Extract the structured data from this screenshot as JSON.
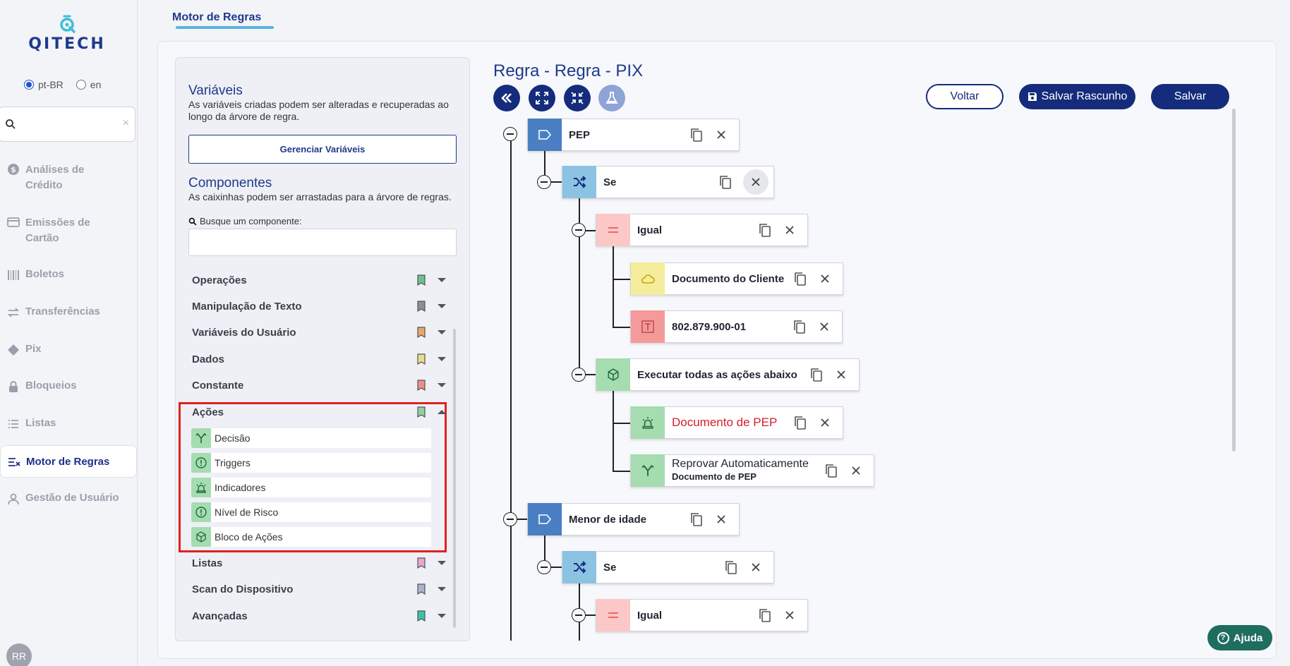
{
  "sidebar": {
    "logo_text": "QITECH",
    "lang": [
      {
        "label": "pt-BR",
        "checked": true
      },
      {
        "label": "en",
        "checked": false
      }
    ],
    "search_clear": "×",
    "items": [
      {
        "label": "Análises de Crédito",
        "icon": "dollar-icon"
      },
      {
        "label": "Emissões de Cartão",
        "icon": "card-icon"
      },
      {
        "label": "Boletos",
        "icon": "barcode-icon"
      },
      {
        "label": "Transferências",
        "icon": "transfer-icon"
      },
      {
        "label": "Pix",
        "icon": "pix-icon"
      },
      {
        "label": "Bloqueios",
        "icon": "lock-icon"
      },
      {
        "label": "Listas",
        "icon": "list-icon"
      },
      {
        "label": "Motor de Regras",
        "icon": "rules-icon",
        "active": true
      },
      {
        "label": "Gestão de Usuário",
        "icon": "user-icon"
      }
    ],
    "avatar": "RR"
  },
  "top_tab": "Motor de Regras",
  "panel": {
    "vars_title": "Variáveis",
    "vars_desc": "As variáveis criadas podem ser alteradas e recuperadas ao longo da árvore de regra.",
    "manage_vars": "Gerenciar Variáveis",
    "comp_title": "Componentes",
    "comp_desc": "As caixinhas podem ser arrastadas para a árvore de regras.",
    "search_label": "Busque um componente:",
    "categories": [
      {
        "label": "Operações",
        "color": "#6fbf8f"
      },
      {
        "label": "Manipulação de Texto",
        "color": "#8a8f99"
      },
      {
        "label": "Variáveis do Usuário",
        "color": "#e8a86b"
      },
      {
        "label": "Dados",
        "color": "#e6e08a"
      },
      {
        "label": "Constante",
        "color": "#ee8c8c"
      },
      {
        "label": "Ações",
        "color": "#8fd19e",
        "open": true
      },
      {
        "label": "Listas",
        "color": "#e7a7cf"
      },
      {
        "label": "Scan do Dispositivo",
        "color": "#a9b3cf"
      },
      {
        "label": "Avançadas",
        "color": "#39c3a9"
      }
    ],
    "actions": [
      {
        "label": "Decisão",
        "icon": "fork-icon"
      },
      {
        "label": "Triggers",
        "icon": "alert-circle-icon"
      },
      {
        "label": "Indicadores",
        "icon": "siren-icon"
      },
      {
        "label": "Nível de Risco",
        "icon": "alert-circle-icon"
      },
      {
        "label": "Bloco de Ações",
        "icon": "cube-icon"
      }
    ]
  },
  "rule": {
    "title": "Regra - Regra - PIX",
    "buttons": {
      "back": "Voltar",
      "draft": "Salvar Rascunho",
      "save": "Salvar"
    },
    "nodes": [
      {
        "label": "PEP"
      },
      {
        "label": "Se"
      },
      {
        "label": "Igual"
      },
      {
        "label": "Documento do Cliente"
      },
      {
        "label": "802.879.900-01"
      },
      {
        "label": "Executar todas as ações abaixo"
      },
      {
        "label": "Documento de PEP"
      },
      {
        "label": "Reprovar Automaticamente",
        "sub": "Documento de PEP"
      },
      {
        "label": "Menor de idade"
      },
      {
        "label": "Se"
      },
      {
        "label": "Igual"
      }
    ]
  },
  "help": "Ajuda"
}
